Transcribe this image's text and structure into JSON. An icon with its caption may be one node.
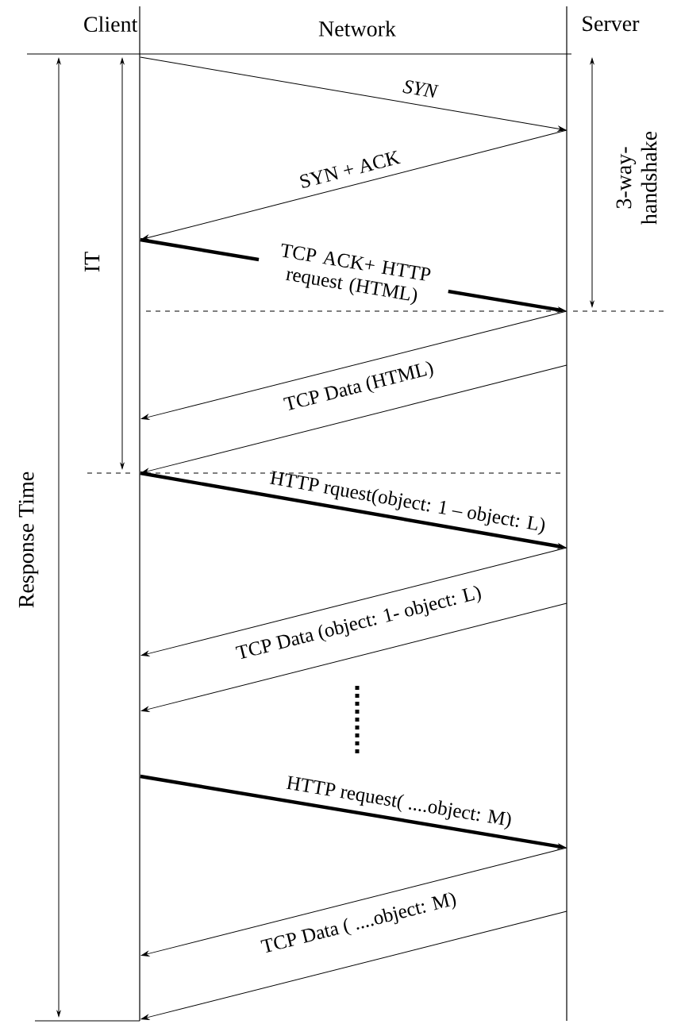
{
  "diagram": {
    "nodes": [
      {
        "text": [
          "Client"
        ]
      },
      {
        "text": [
          "Server"
        ]
      }
    ],
    "edges": [
      {
        "from": 0,
        "to": 1,
        "arrow": "to",
        "label": "SYN"
      },
      {
        "from": 1,
        "to": 0,
        "arrow": "to",
        "label": "SYN + ACK"
      },
      {
        "from": 0,
        "to": 1,
        "arrow": "to",
        "label": "TCP ACK+ HTTP request (HTML)",
        "style": "thick"
      },
      {
        "from": 1,
        "to": 0,
        "arrow": "to",
        "label": "TCP Data (HTML)"
      },
      {
        "from": 1,
        "to": 0,
        "arrow": "to"
      },
      {
        "from": 0,
        "to": 1,
        "arrow": "to",
        "label": "HTTP rquest(object: 1 – object: L)",
        "style": "thick"
      },
      {
        "from": 1,
        "to": 0,
        "arrow": "to",
        "label": "TCP Data (object: 1- object: L)"
      },
      {
        "from": 1,
        "to": 0,
        "arrow": "to"
      },
      {
        "from": 0,
        "to": 1,
        "arrow": "to",
        "label": "HTTP request( ....object: M)",
        "style": "thick"
      },
      {
        "from": 1,
        "to": 0,
        "arrow": "to",
        "label": "TCP Data (  ....object: M)"
      },
      {
        "from": 1,
        "to": 0,
        "arrow": "to"
      }
    ],
    "labels": [
      "Network",
      "IT",
      "Response Time",
      "3-way- handshake"
    ]
  }
}
